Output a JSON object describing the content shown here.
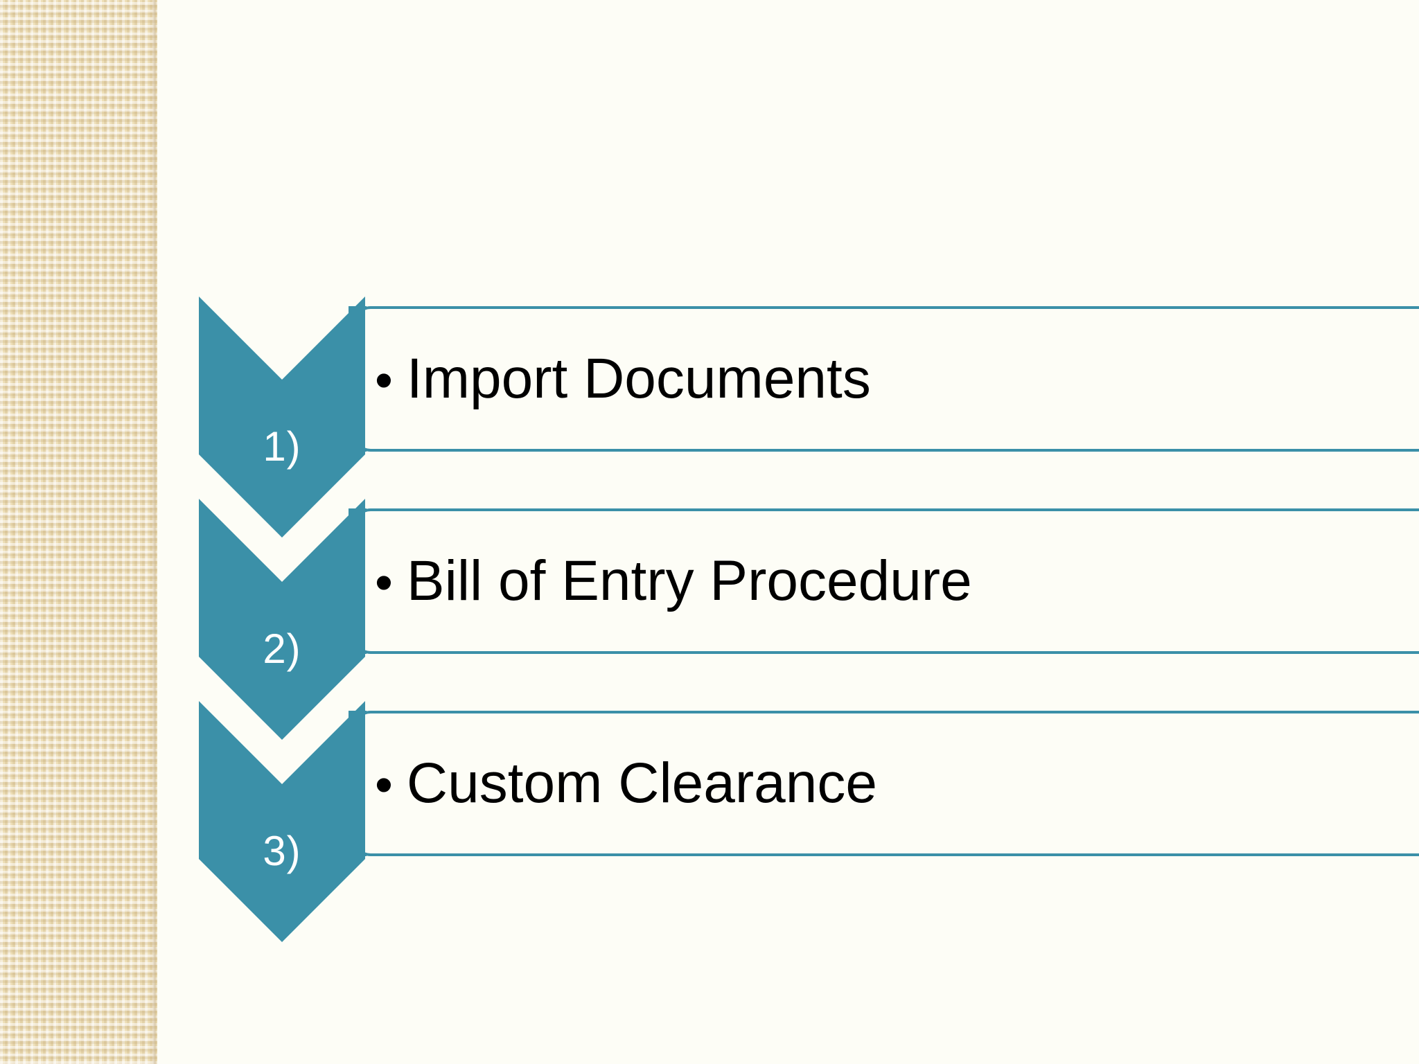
{
  "slide": {
    "background_color": "#FDFDF6",
    "accent_color": "#3B90A8",
    "left_band_color": "#EEDFB8",
    "text_color": "#000000"
  },
  "process": {
    "bullet_glyph": "•",
    "steps": [
      {
        "number": "1)",
        "label": "Import Documents"
      },
      {
        "number": "2)",
        "label": "Bill of Entry Procedure"
      },
      {
        "number": "3)",
        "label": "Custom Clearance"
      }
    ]
  }
}
